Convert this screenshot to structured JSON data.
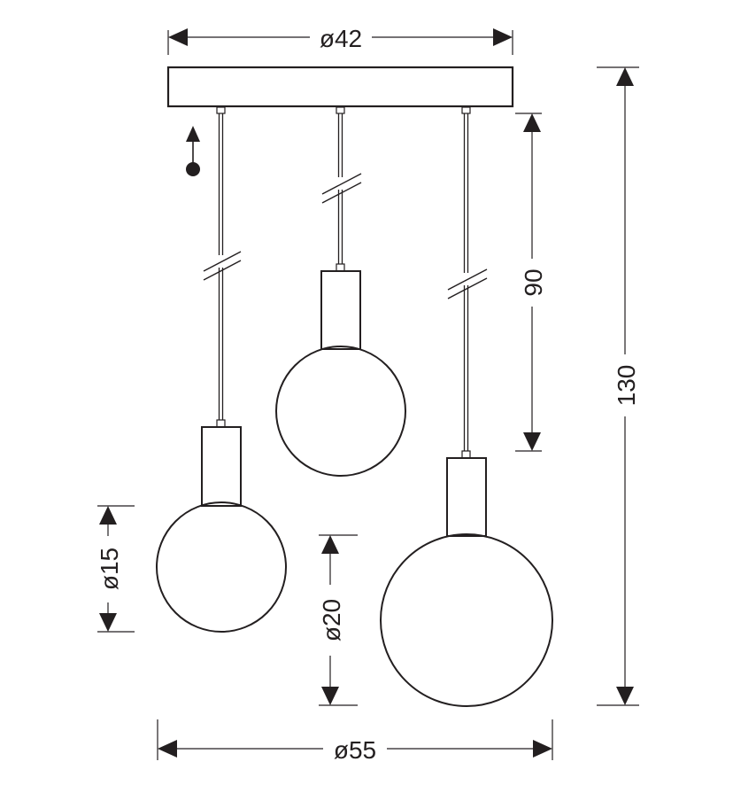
{
  "drawing": {
    "line_color": "#231f20",
    "background": "#ffffff",
    "dimensions": {
      "canopy_diameter": "ø42",
      "overall_diameter": "ø55",
      "cable_length": "90",
      "overall_height": "130",
      "small_globe_diameter": "ø15",
      "large_globe_diameter": "ø20"
    }
  }
}
